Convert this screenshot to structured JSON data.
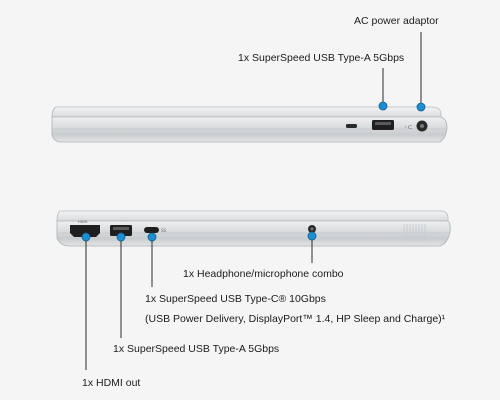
{
  "diagram": {
    "top_view": {
      "ports": {
        "usb_a": "1x SuperSpeed USB Type-A 5Gbps",
        "ac_power": "AC power adaptor"
      }
    },
    "bottom_view": {
      "ports": {
        "headphone": "1x Headphone/microphone combo",
        "usb_c_line1": "1x SuperSpeed USB Type-C® 10Gbps",
        "usb_c_line2": "(USB Power Delivery, DisplayPort™ 1.4, HP Sleep and Charge)¹",
        "usb_a": "1x SuperSpeed USB Type-A 5Gbps",
        "hdmi": "1x HDMI out"
      },
      "port_icons": {
        "hdmi": "HDMI",
        "usb_c": "SS"
      }
    },
    "colors": {
      "background": "#f5f5f5",
      "chassis": "#d4d6d8",
      "callout_dot": "#1d8fd1",
      "leader_line": "#2b2b2b"
    }
  }
}
